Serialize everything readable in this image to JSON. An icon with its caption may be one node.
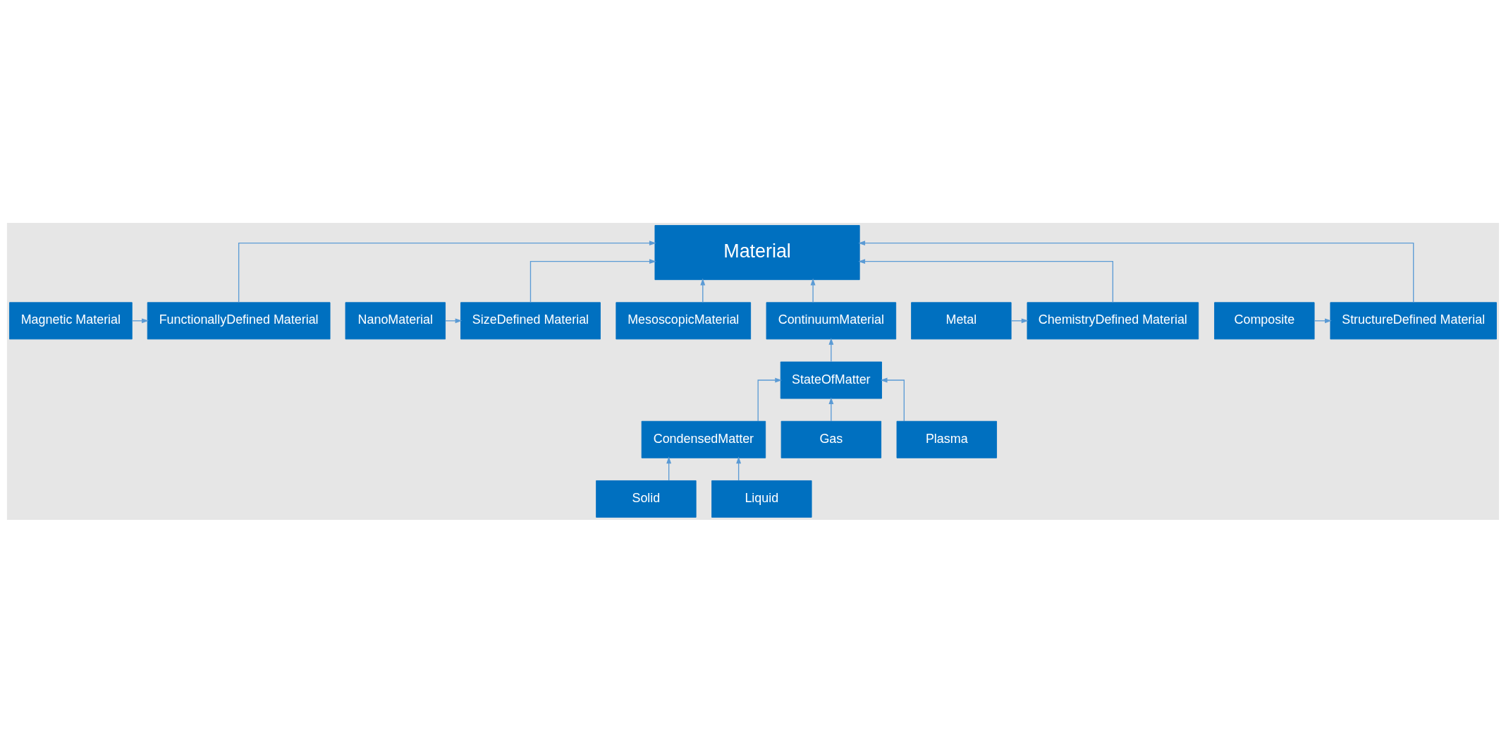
{
  "diagram": {
    "nodes": [
      {
        "text": [
          "Material"
        ]
      },
      {
        "text": [
          "FunctionallyDefined Material"
        ]
      },
      {
        "text": [
          "Magnetic Material"
        ]
      },
      {
        "text": [
          "SizeDefined Material"
        ]
      },
      {
        "text": [
          "NanoMaterial"
        ]
      },
      {
        "text": [
          "MesoscopicMaterial"
        ]
      },
      {
        "text": [
          "ContinuumMaterial"
        ]
      },
      {
        "text": [
          "ChemistryDefined Material"
        ]
      },
      {
        "text": [
          "Metal"
        ]
      },
      {
        "text": [
          "StateOfMatter"
        ]
      },
      {
        "text": [
          "StructureDefined Material"
        ]
      },
      {
        "text": [
          "Composite"
        ]
      },
      {
        "text": [
          "CondensedMatter"
        ]
      },
      {
        "text": [
          "Solid"
        ]
      },
      {
        "text": [
          "Liquid"
        ]
      },
      {
        "text": [
          "Gas"
        ]
      },
      {
        "text": [
          "Plasma"
        ]
      }
    ],
    "edges": [
      {
        "from": 1,
        "to": 0,
        "arrow": "to"
      },
      {
        "from": 3,
        "to": 0,
        "arrow": "to"
      },
      {
        "from": 7,
        "to": 0,
        "arrow": "to"
      },
      {
        "from": 10,
        "to": 0,
        "arrow": "to"
      },
      {
        "from": 2,
        "to": 1,
        "arrow": "to"
      },
      {
        "from": 4,
        "to": 3,
        "arrow": "to"
      },
      {
        "from": 8,
        "to": 7,
        "arrow": "to"
      },
      {
        "from": 11,
        "to": 10,
        "arrow": "to"
      },
      {
        "from": 5,
        "to": 0,
        "arrow": "to"
      },
      {
        "from": 6,
        "to": 0,
        "arrow": "to"
      },
      {
        "from": 9,
        "to": 6,
        "arrow": "to"
      },
      {
        "from": 12,
        "to": 9,
        "arrow": "to"
      },
      {
        "from": 15,
        "to": 9,
        "arrow": "to"
      },
      {
        "from": 16,
        "to": 9,
        "arrow": "to"
      },
      {
        "from": 13,
        "to": 12,
        "arrow": "to"
      },
      {
        "from": 14,
        "to": 12,
        "arrow": "to"
      }
    ]
  }
}
